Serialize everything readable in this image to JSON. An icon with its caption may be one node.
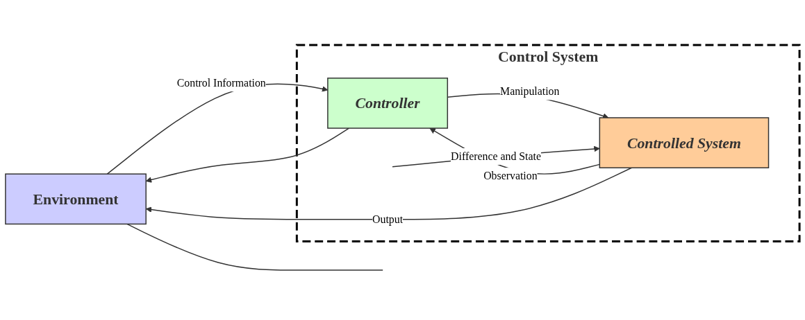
{
  "diagram": {
    "nodes": [
      {
        "text": [
          "Environment"
        ]
      },
      {
        "text": [
          "Control System"
        ]
      },
      {
        "text": [
          "Controller"
        ],
        "in": 1
      },
      {
        "text": [
          "Controlled System"
        ],
        "in": 1
      }
    ],
    "edges": [
      {
        "from": 2,
        "to": 0,
        "arrow": "to"
      },
      {
        "from": 0,
        "to": 2,
        "label": "Control Information",
        "arrow": "to"
      },
      {
        "from": 3,
        "to": 2,
        "label": "Observation",
        "arrow": "to"
      },
      {
        "from": 2,
        "to": 3,
        "label": "Manipulation",
        "arrow": "to"
      },
      {
        "from": 3,
        "to": 0,
        "label": "Output",
        "arrow": "to"
      },
      {
        "from": null,
        "to": 3,
        "label": "Difference and State",
        "arrow": "to"
      },
      {
        "from": 0,
        "to": null,
        "arrow": "none"
      }
    ]
  }
}
